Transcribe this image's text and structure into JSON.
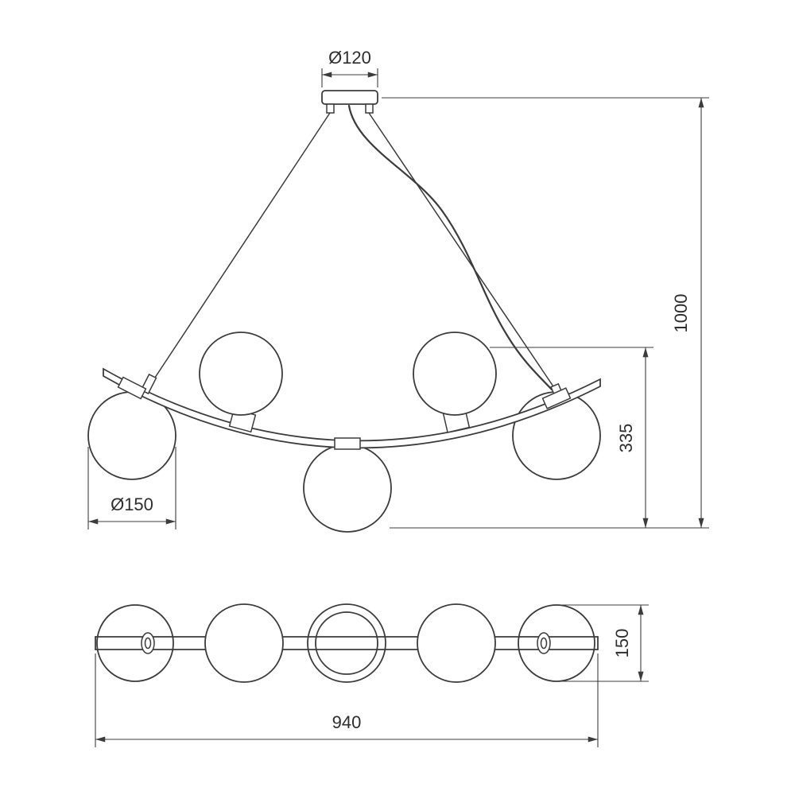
{
  "drawing": {
    "front_view": {
      "canopy_diameter": "Ø120",
      "globe_diameter": "Ø150",
      "suspension_height": "1000",
      "fixture_height": "335"
    },
    "plan_view": {
      "bar_length": "940",
      "bar_depth": "150"
    },
    "colors": {
      "line": "#3c3c3c",
      "text": "#2e2e2e",
      "background": "#ffffff"
    }
  }
}
